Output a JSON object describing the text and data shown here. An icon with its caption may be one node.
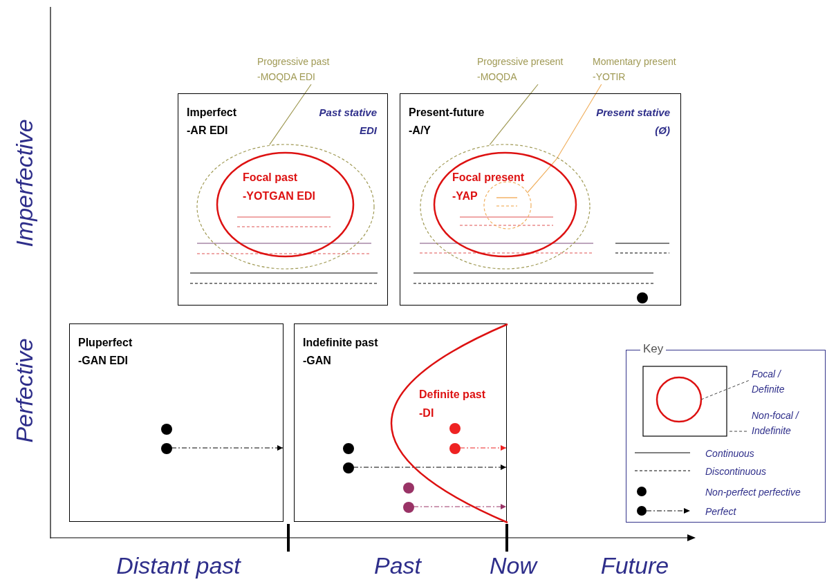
{
  "diagram": {
    "nodes": [
      {
        "text": [
          "Progressive past",
          "-MOQDA EDI"
        ]
      },
      {
        "text": [
          "Progressive present",
          "-MOQDA"
        ]
      },
      {
        "text": [
          "Momentary present",
          "-YOTIR"
        ]
      },
      {
        "text": [
          "Imperfect",
          "-AR EDI",
          "Past stative",
          "EDI"
        ]
      },
      {
        "text": [],
        "shape": "circle",
        "in": 3
      },
      {
        "text": [
          "Focal past",
          "-YOTGAN EDI"
        ],
        "in": 4
      },
      {
        "text": [
          "Present-future",
          "-A/Y",
          "Present stative",
          "(Ø)"
        ]
      },
      {
        "text": [],
        "shape": "circle",
        "in": 6
      },
      {
        "text": [
          "Focal present",
          "-YAP"
        ],
        "in": 7
      },
      {
        "text": [],
        "shape": "circle",
        "in": 8
      },
      {
        "text": [],
        "shape": "circle",
        "in": 6
      },
      {
        "text": [
          "Pluperfect",
          "-GAN EDI"
        ]
      },
      {
        "text": [],
        "shape": "circle",
        "in": 11
      },
      {
        "text": [],
        "shape": "circle",
        "in": 11
      },
      {
        "text": [
          "Indefinite past",
          "-GAN"
        ]
      },
      {
        "text": [
          "Definite past",
          "-DI"
        ],
        "in": 14
      },
      {
        "text": [],
        "shape": "circle",
        "in": 14
      },
      {
        "text": [],
        "shape": "circle",
        "in": 14
      },
      {
        "text": [],
        "shape": "circle",
        "in": 15
      },
      {
        "text": [],
        "shape": "circle",
        "in": 15
      },
      {
        "text": [],
        "shape": "circle",
        "in": 15
      },
      {
        "text": [],
        "shape": "circle",
        "in": 15
      }
    ],
    "edges": [
      {
        "from": 0,
        "to": 4,
        "arrow": "none",
        "color": "#a09a55"
      },
      {
        "from": 1,
        "to": 7,
        "arrow": "none",
        "color": "#a09a55"
      },
      {
        "from": 2,
        "to": 9,
        "arrow": "none",
        "color": "#f0b060"
      },
      {
        "from": 13,
        "to": 11,
        "arrow": "to",
        "style": "dashed",
        "color": "#000000"
      },
      {
        "from": 17,
        "to": 15,
        "arrow": "to",
        "style": "dashed",
        "color": "#000000"
      },
      {
        "from": 19,
        "to": 15,
        "arrow": "to",
        "style": "dashed",
        "color": "#ee2222"
      },
      {
        "from": 21,
        "to": 15,
        "arrow": "to",
        "style": "dashed",
        "color": "#993366"
      }
    ],
    "labels": [
      "Imperfective",
      "Perfective",
      "Distant past",
      "Past",
      "Now",
      "Future",
      "Key"
    ],
    "legend": [
      {
        "text": "Focal / Definite"
      },
      {
        "text": "Non-focal / Indefinite"
      },
      {
        "text": "Continuous"
      },
      {
        "text": "Discontinuous"
      },
      {
        "text": "Non-perfect perfective"
      },
      {
        "text": "Perfect"
      }
    ]
  }
}
